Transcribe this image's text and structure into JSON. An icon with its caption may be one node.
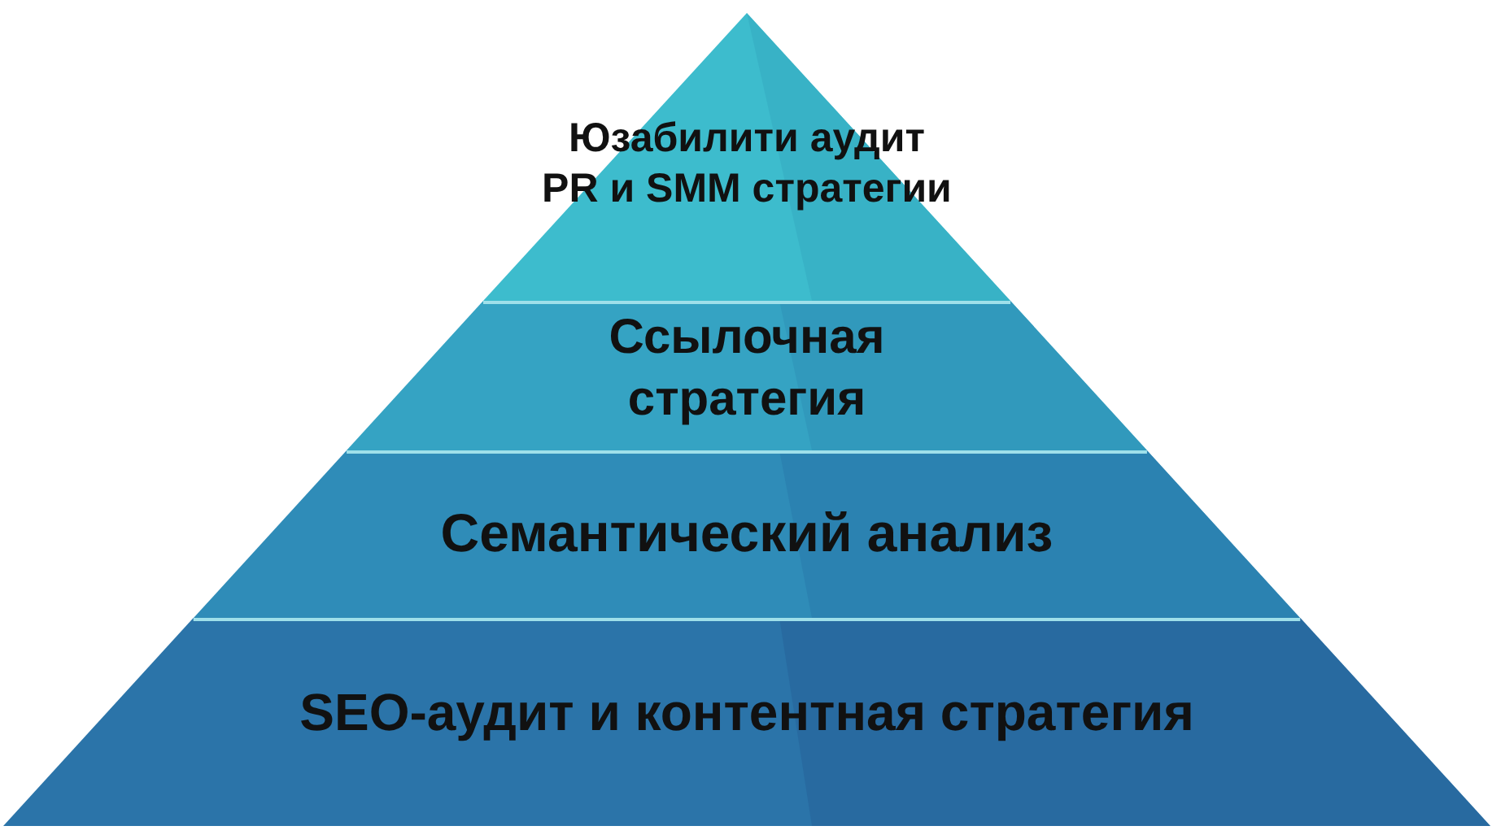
{
  "diagram": {
    "nodes": [
      {
        "text": [
          "Юзабилити аудит",
          "PR и SMM стратегии"
        ]
      },
      {
        "text": [
          "Ссылочная стратегия"
        ]
      },
      {
        "text": [
          "Семантический анализ"
        ]
      },
      {
        "text": [
          "SEO-аудит и контентная стратегия"
        ]
      }
    ]
  }
}
